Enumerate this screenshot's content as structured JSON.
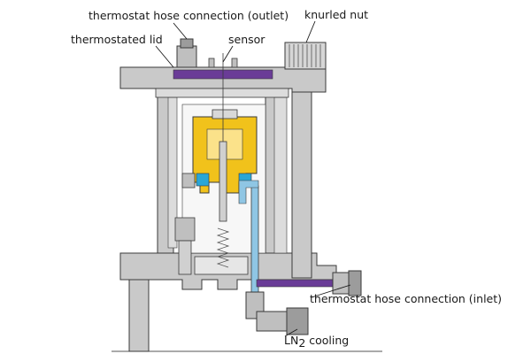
{
  "labels": {
    "hose_outlet": "thermostat hose connection (outlet)",
    "lid": "thermostated lid",
    "sensor": "sensor",
    "knurled_nut": "knurled nut",
    "hose_inlet": "thermostat hose connection (inlet)",
    "ln2_main": "LN",
    "ln2_sub": "2",
    "ln2_rest": " cooling"
  },
  "colors": {
    "body": "#c9c9c9",
    "body_light": "#dcdcdc",
    "outline": "#3a3a3a",
    "purple": "#6a3c97",
    "yellow": "#f1c21b",
    "cyan": "#2aa6d6",
    "blue_tube": "#8fc6e4"
  }
}
